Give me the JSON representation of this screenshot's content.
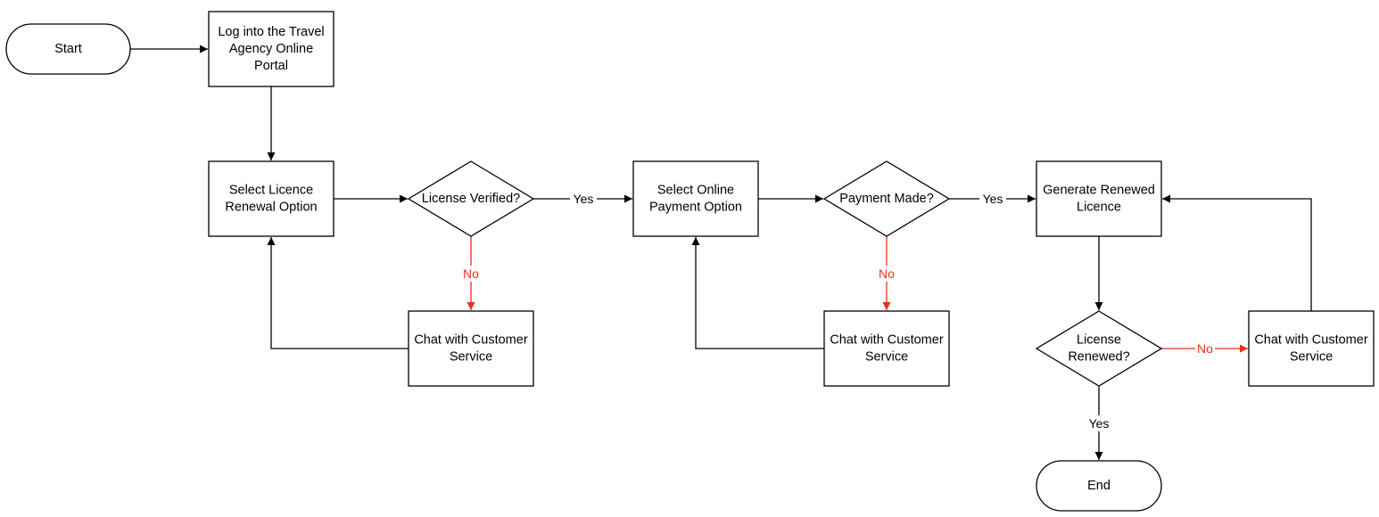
{
  "colors": {
    "stroke": "#000000",
    "fill": "#ffffff",
    "no_path": "#e8311a",
    "text": "#000000"
  },
  "nodes": {
    "start": {
      "shape": "terminator",
      "lines": [
        "Start"
      ]
    },
    "login": {
      "shape": "process",
      "lines": [
        "Log into the Travel",
        "Agency Online",
        "Portal"
      ]
    },
    "select_renewal": {
      "shape": "process",
      "lines": [
        "Select Licence",
        "Renewal Option"
      ]
    },
    "license_verified": {
      "shape": "decision",
      "lines": [
        "License Verified?"
      ]
    },
    "chat_1": {
      "shape": "process",
      "lines": [
        "Chat with Customer",
        "Service"
      ]
    },
    "select_payment": {
      "shape": "process",
      "lines": [
        "Select Online",
        "Payment Option"
      ]
    },
    "payment_made": {
      "shape": "decision",
      "lines": [
        "Payment Made?"
      ]
    },
    "chat_2": {
      "shape": "process",
      "lines": [
        "Chat with Customer",
        "Service"
      ]
    },
    "generate_licence": {
      "shape": "process",
      "lines": [
        "Generate Renewed",
        "Licence"
      ]
    },
    "license_renewed": {
      "shape": "decision",
      "lines": [
        "License",
        "Renewed?"
      ]
    },
    "chat_3": {
      "shape": "process",
      "lines": [
        "Chat with Customer",
        "Service"
      ]
    },
    "end": {
      "shape": "terminator",
      "lines": [
        "End"
      ]
    }
  },
  "edges": [
    {
      "from": "start",
      "to": "login",
      "label": ""
    },
    {
      "from": "login",
      "to": "select_renewal",
      "label": ""
    },
    {
      "from": "select_renewal",
      "to": "license_verified",
      "label": ""
    },
    {
      "from": "license_verified",
      "to": "select_payment",
      "label": "Yes"
    },
    {
      "from": "license_verified",
      "to": "chat_1",
      "label": "No"
    },
    {
      "from": "chat_1",
      "to": "select_renewal",
      "label": ""
    },
    {
      "from": "select_payment",
      "to": "payment_made",
      "label": ""
    },
    {
      "from": "payment_made",
      "to": "generate_licence",
      "label": "Yes"
    },
    {
      "from": "payment_made",
      "to": "chat_2",
      "label": "No"
    },
    {
      "from": "chat_2",
      "to": "select_payment",
      "label": ""
    },
    {
      "from": "generate_licence",
      "to": "license_renewed",
      "label": ""
    },
    {
      "from": "license_renewed",
      "to": "chat_3",
      "label": "No"
    },
    {
      "from": "chat_3",
      "to": "generate_licence",
      "label": ""
    },
    {
      "from": "license_renewed",
      "to": "end",
      "label": "Yes"
    }
  ]
}
